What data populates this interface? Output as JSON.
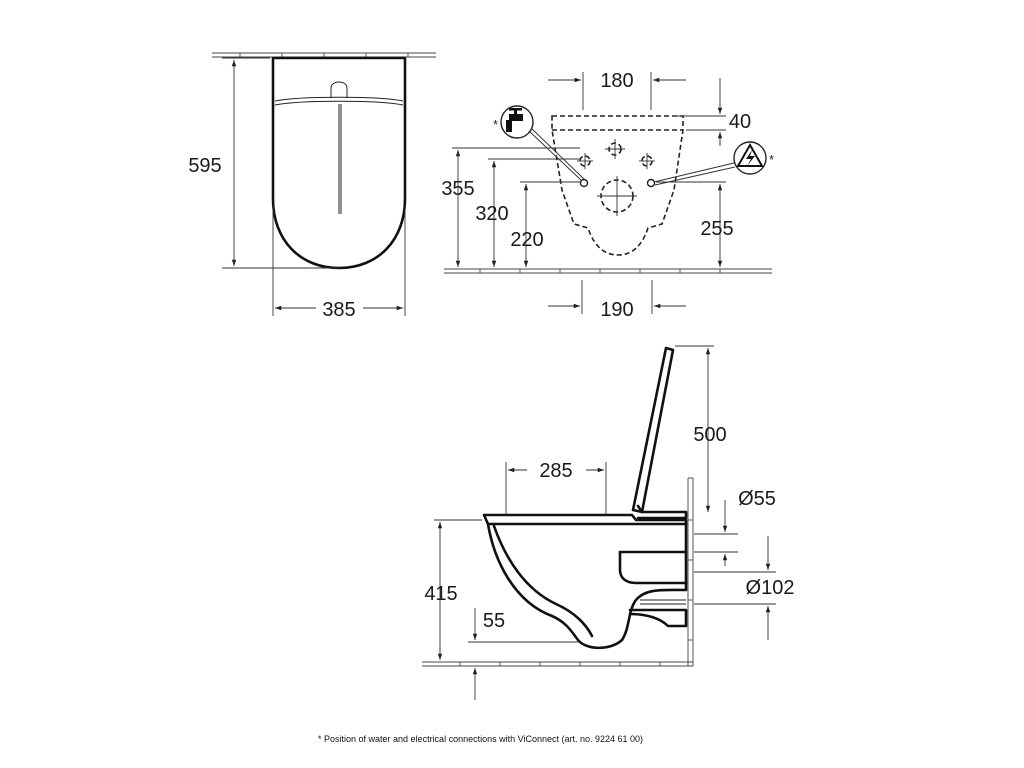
{
  "dimensions": {
    "top_view_depth": "595",
    "top_view_width": "385",
    "wall_top_width": "180",
    "wall_top_offset": "40",
    "wall_height_355": "355",
    "wall_height_320": "320",
    "wall_height_220": "220",
    "wall_height_255": "255",
    "wall_bottom_width": "190",
    "side_seat_height": "500",
    "side_bowl_length": "285",
    "side_pipe_small": "Ø55",
    "side_pipe_large": "Ø102",
    "side_height_415": "415",
    "side_height_55": "55"
  },
  "markers": {
    "water_asterisk": "*",
    "electric_asterisk": "*"
  },
  "footnote": "* Position of water and electrical connections with ViConnect (art. no. 9224 61 00)"
}
